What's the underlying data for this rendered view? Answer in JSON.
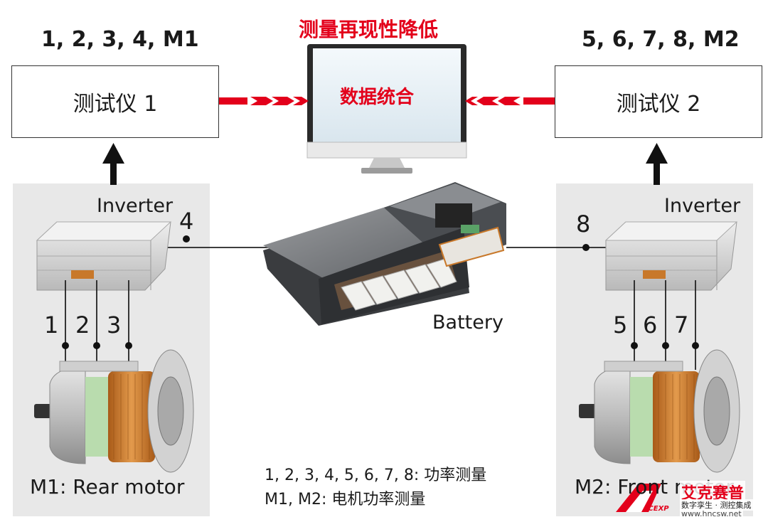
{
  "left": {
    "channels_label": "1, 2, 3, 4, M1",
    "tester_label": "测试仪 1",
    "inverter_label": "Inverter",
    "motor_label": "M1: Rear motor",
    "phase_nums": [
      "1",
      "2",
      "3"
    ],
    "dc_num": "4"
  },
  "right": {
    "channels_label": "5, 6, 7, 8, M2",
    "tester_label": "测试仪 2",
    "inverter_label": "Inverter",
    "motor_label": "M2: Front motor",
    "phase_nums": [
      "5",
      "6",
      "7"
    ],
    "dc_num": "8"
  },
  "center": {
    "warning": "测量再现性降低",
    "monitor_text": "数据统合",
    "battery_label": "Battery"
  },
  "legend": {
    "line1": "1, 2, 3, 4, 5, 6, 7, 8: 功率测量",
    "line2": "M1, M2: 电机功率测量"
  },
  "watermark": {
    "brand": "艾克赛普",
    "slogan": "数字孪生 · 测控集成",
    "url": "www.hncsw.net",
    "badge": "ACEXP"
  },
  "colors": {
    "accent_red": "#e3001b",
    "panel_gray": "#e8e8e8",
    "copper": "#c8782a",
    "motor_green": "#b9dcae"
  }
}
